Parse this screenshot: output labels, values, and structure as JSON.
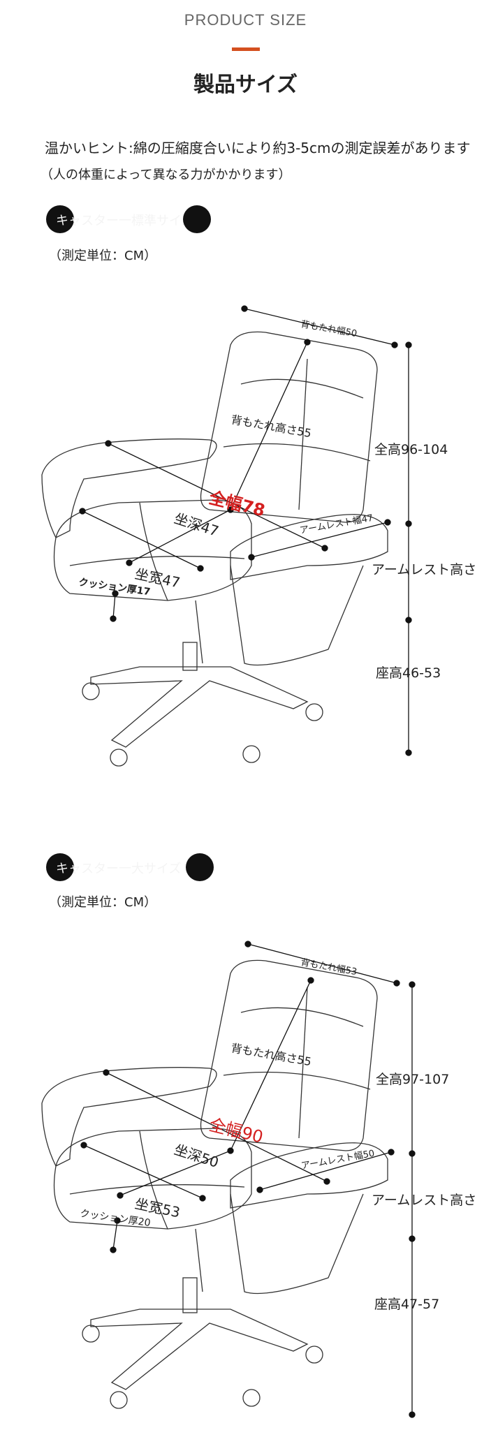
{
  "header": {
    "english_title": "PRODUCT SIZE",
    "japanese_title": "製品サイズ"
  },
  "tip": {
    "line1": "温かいヒント:綿の圧縮度合いにより約3-5cmの測定誤差があります",
    "line2": "（人の体重によって異なる力がかかります）"
  },
  "section_standard": {
    "label": "キャスター一標準サイズ",
    "unit": "（測定単位：CM）",
    "dims": {
      "backrest_width": "背もたれ幅50",
      "backrest_height": "背もたれ高さ55",
      "total_width": "全幅78",
      "armrest_width": "アームレスト幅47",
      "seat_depth": "坐深47",
      "seat_width": "坐宽47",
      "cushion": "クッション厚17",
      "total_height": "全高96-104",
      "armrest_height": "アームレスト高さ",
      "seat_height": "座高46-53"
    }
  },
  "section_large": {
    "label": "キャスター一大サイズ",
    "unit": "（測定単位：CM）",
    "dims": {
      "backrest_width": "背もたれ幅53",
      "backrest_height": "背もたれ高さ55",
      "total_width": "全幅90",
      "armrest_width": "アームレスト幅50",
      "seat_depth": "坐深50",
      "seat_width": "坐宽53",
      "cushion": "クッション厚20",
      "total_height": "全高97-107",
      "armrest_height": "アームレスト高さ",
      "seat_height": "座高47-57"
    }
  },
  "colors": {
    "accent": "#d4501f",
    "total_width_label": "#d42020",
    "line": "#1a1a1a"
  }
}
